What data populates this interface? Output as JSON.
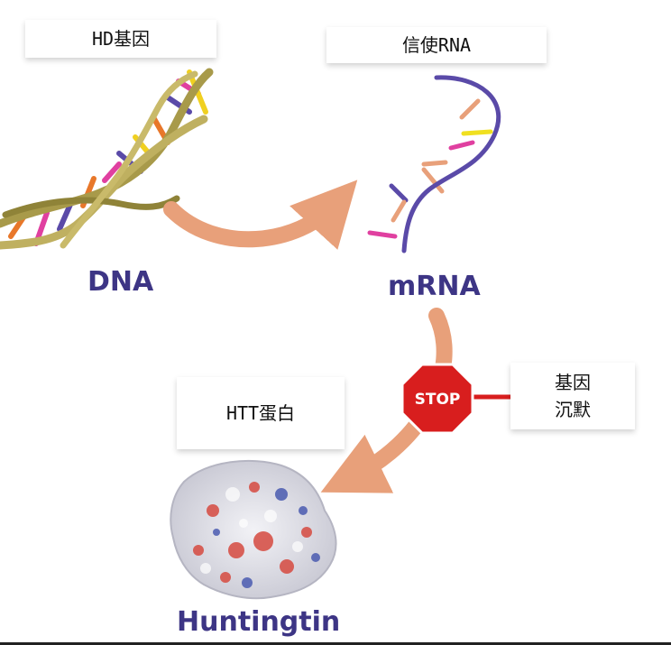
{
  "labels": {
    "hd_gene": "HD基因",
    "messenger_rna": "信使RNA",
    "htt_protein": "HTT蛋白",
    "gene_silencing_line1": "基因",
    "gene_silencing_line2": "沉默"
  },
  "molecules": {
    "dna": "DNA",
    "mrna": "mRNA",
    "huntingtin": "Huntingtin"
  },
  "stop_sign": {
    "text": "STOP",
    "color": "#d81e1e"
  },
  "colors": {
    "arrow": "#e8a07a",
    "molecule_label": "#3d3585",
    "dna_strand": "#a89a4a",
    "mrna_backbone": "#5a4aa8"
  }
}
